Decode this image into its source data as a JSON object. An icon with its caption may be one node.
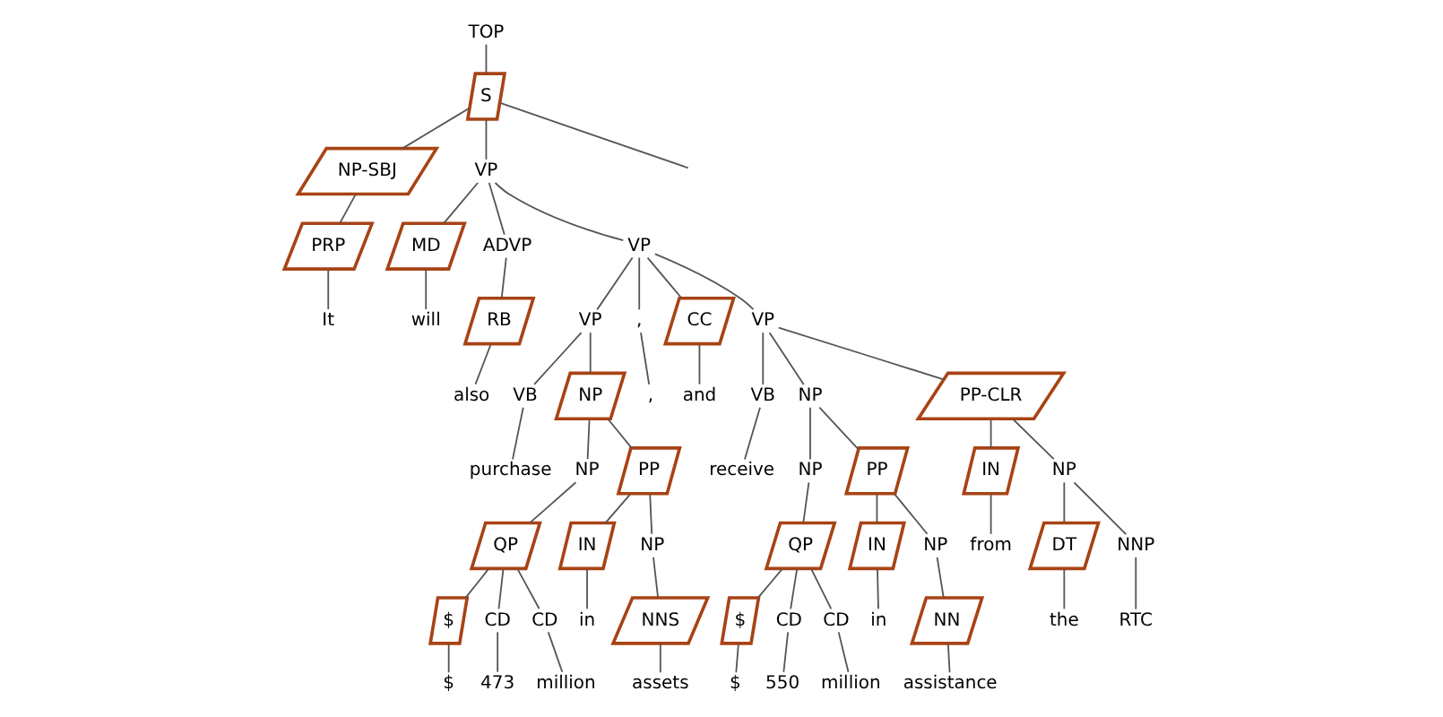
{
  "diagram": {
    "nodes": [
      {
        "text": [
          "TOP"
        ]
      },
      {
        "text": [
          "S"
        ]
      },
      {
        "text": [
          "NP-SBJ"
        ]
      },
      {
        "text": [
          "PRP"
        ]
      },
      {
        "text": [
          "It"
        ]
      },
      {
        "text": [
          "VP"
        ]
      },
      {
        "text": [
          "MD"
        ]
      },
      {
        "text": [
          "will"
        ]
      },
      {
        "text": [
          "ADVP"
        ]
      },
      {
        "text": [
          "RB"
        ]
      },
      {
        "text": [
          "also"
        ]
      },
      {
        "text": [
          "VP"
        ]
      },
      {
        "text": [
          "VP"
        ]
      },
      {
        "text": [
          "VB"
        ]
      },
      {
        "text": [
          "purchase"
        ]
      },
      {
        "text": [
          "NP"
        ]
      },
      {
        "text": [
          "NP"
        ]
      },
      {
        "text": [
          "QP"
        ]
      },
      {
        "text": [
          "$"
        ]
      },
      {
        "text": [
          "$"
        ]
      },
      {
        "text": [
          "CD"
        ]
      },
      {
        "text": [
          "473"
        ]
      },
      {
        "text": [
          "CD"
        ]
      },
      {
        "text": [
          "million"
        ]
      },
      {
        "text": [
          "PP"
        ]
      },
      {
        "text": [
          "IN"
        ]
      },
      {
        "text": [
          "in"
        ]
      },
      {
        "text": [
          "NP"
        ]
      },
      {
        "text": [
          "NNS"
        ]
      },
      {
        "text": [
          "assets"
        ]
      },
      {
        "text": [
          ","
        ]
      },
      {
        "text": [
          ","
        ]
      },
      {
        "text": [
          "CC"
        ]
      },
      {
        "text": [
          "and"
        ]
      },
      {
        "text": [
          "VP"
        ]
      },
      {
        "text": [
          "VB"
        ]
      },
      {
        "text": [
          "receive"
        ]
      },
      {
        "text": [
          "NP"
        ]
      },
      {
        "text": [
          "NP"
        ]
      },
      {
        "text": [
          "QP"
        ]
      },
      {
        "text": [
          "$"
        ]
      },
      {
        "text": [
          "$"
        ]
      },
      {
        "text": [
          "CD"
        ]
      },
      {
        "text": [
          "550"
        ]
      },
      {
        "text": [
          "CD"
        ]
      },
      {
        "text": [
          "million"
        ]
      },
      {
        "text": [
          "PP"
        ]
      },
      {
        "text": [
          "IN"
        ]
      },
      {
        "text": [
          "in"
        ]
      },
      {
        "text": [
          "NP"
        ]
      },
      {
        "text": [
          "NN"
        ]
      },
      {
        "text": [
          "assistance"
        ]
      },
      {
        "text": [
          "PP-CLR"
        ]
      },
      {
        "text": [
          "IN"
        ]
      },
      {
        "text": [
          "from"
        ]
      },
      {
        "text": [
          "NP"
        ]
      },
      {
        "text": [
          "DT"
        ]
      },
      {
        "text": [
          "the"
        ]
      },
      {
        "text": [
          "NNP"
        ]
      },
      {
        "text": [
          "RTC"
        ]
      }
    ],
    "edges": [
      {
        "from": 0,
        "to": 1,
        "arrow": "none"
      },
      {
        "from": 1,
        "to": 2,
        "arrow": "none"
      },
      {
        "from": 1,
        "to": 5,
        "arrow": "none"
      },
      {
        "from": 1,
        "to": null,
        "arrow": "none"
      },
      {
        "from": 2,
        "to": 3,
        "arrow": "none"
      },
      {
        "from": 3,
        "to": 4,
        "arrow": "none"
      },
      {
        "from": 5,
        "to": 6,
        "arrow": "none"
      },
      {
        "from": 5,
        "to": 8,
        "arrow": "none"
      },
      {
        "from": 5,
        "to": 11,
        "arrow": "none"
      },
      {
        "from": 6,
        "to": 7,
        "arrow": "none"
      },
      {
        "from": 8,
        "to": 9,
        "arrow": "none"
      },
      {
        "from": 9,
        "to": 10,
        "arrow": "none"
      },
      {
        "from": 11,
        "to": 12,
        "arrow": "none"
      },
      {
        "from": 11,
        "to": 30,
        "arrow": "none"
      },
      {
        "from": 11,
        "to": 32,
        "arrow": "none"
      },
      {
        "from": 11,
        "to": 34,
        "arrow": "none"
      },
      {
        "from": 12,
        "to": 13,
        "arrow": "none"
      },
      {
        "from": 12,
        "to": 15,
        "arrow": "none"
      },
      {
        "from": 13,
        "to": 14,
        "arrow": "none"
      },
      {
        "from": 15,
        "to": 16,
        "arrow": "none"
      },
      {
        "from": 15,
        "to": 24,
        "arrow": "none"
      },
      {
        "from": 16,
        "to": 17,
        "arrow": "none"
      },
      {
        "from": 17,
        "to": 18,
        "arrow": "none"
      },
      {
        "from": 17,
        "to": 20,
        "arrow": "none"
      },
      {
        "from": 17,
        "to": 22,
        "arrow": "none"
      },
      {
        "from": 18,
        "to": 19,
        "arrow": "none"
      },
      {
        "from": 20,
        "to": 21,
        "arrow": "none"
      },
      {
        "from": 22,
        "to": 23,
        "arrow": "none"
      },
      {
        "from": 24,
        "to": 25,
        "arrow": "none"
      },
      {
        "from": 24,
        "to": 27,
        "arrow": "none"
      },
      {
        "from": 25,
        "to": 26,
        "arrow": "none"
      },
      {
        "from": 27,
        "to": 28,
        "arrow": "none"
      },
      {
        "from": 28,
        "to": 29,
        "arrow": "none"
      },
      {
        "from": 30,
        "to": 31,
        "arrow": "none"
      },
      {
        "from": 32,
        "to": 33,
        "arrow": "none"
      },
      {
        "from": 34,
        "to": 35,
        "arrow": "none"
      },
      {
        "from": 34,
        "to": 37,
        "arrow": "none"
      },
      {
        "from": 34,
        "to": 52,
        "arrow": "none"
      },
      {
        "from": 35,
        "to": 36,
        "arrow": "none"
      },
      {
        "from": 37,
        "to": 38,
        "arrow": "none"
      },
      {
        "from": 37,
        "to": 46,
        "arrow": "none"
      },
      {
        "from": 38,
        "to": 39,
        "arrow": "none"
      },
      {
        "from": 39,
        "to": 40,
        "arrow": "none"
      },
      {
        "from": 39,
        "to": 42,
        "arrow": "none"
      },
      {
        "from": 39,
        "to": 44,
        "arrow": "none"
      },
      {
        "from": 40,
        "to": 41,
        "arrow": "none"
      },
      {
        "from": 42,
        "to": 43,
        "arrow": "none"
      },
      {
        "from": 44,
        "to": 45,
        "arrow": "none"
      },
      {
        "from": 46,
        "to": 47,
        "arrow": "none"
      },
      {
        "from": 46,
        "to": 49,
        "arrow": "none"
      },
      {
        "from": 47,
        "to": 48,
        "arrow": "none"
      },
      {
        "from": 49,
        "to": 50,
        "arrow": "none"
      },
      {
        "from": 50,
        "to": 51,
        "arrow": "none"
      },
      {
        "from": 52,
        "to": 53,
        "arrow": "none"
      },
      {
        "from": 52,
        "to": 55,
        "arrow": "none"
      },
      {
        "from": 53,
        "to": 54,
        "arrow": "none"
      },
      {
        "from": 55,
        "to": 56,
        "arrow": "none"
      },
      {
        "from": 55,
        "to": 58,
        "arrow": "none"
      },
      {
        "from": 56,
        "to": 57,
        "arrow": "none"
      },
      {
        "from": 58,
        "to": 59,
        "arrow": "none"
      }
    ]
  }
}
